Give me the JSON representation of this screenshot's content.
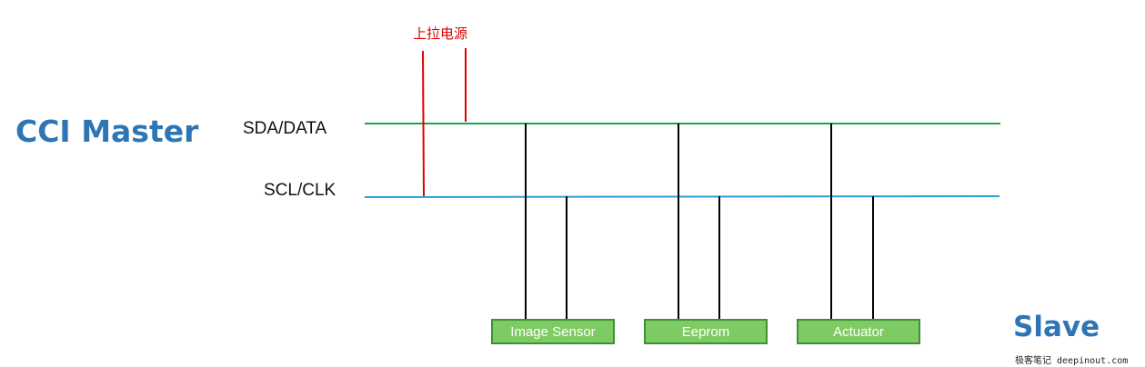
{
  "master": {
    "title": "CCI Master"
  },
  "slave": {
    "title": "Slave"
  },
  "buses": {
    "sda": {
      "label": "SDA/DATA",
      "color": "#1ea44a"
    },
    "scl": {
      "label": "SCL/CLK",
      "color": "#2a9fd8"
    }
  },
  "pullup": {
    "label": "上拉电源",
    "color": "#e00000"
  },
  "devices": [
    {
      "label": "Image Sensor"
    },
    {
      "label": "Eeprom"
    },
    {
      "label": "Actuator"
    }
  ],
  "colors": {
    "title_blue": "#2e75b6",
    "device_fill": "#7ecb64",
    "device_border": "#3f8f35",
    "wire": "#000000"
  },
  "watermark": "极客笔记 deepinout.com"
}
